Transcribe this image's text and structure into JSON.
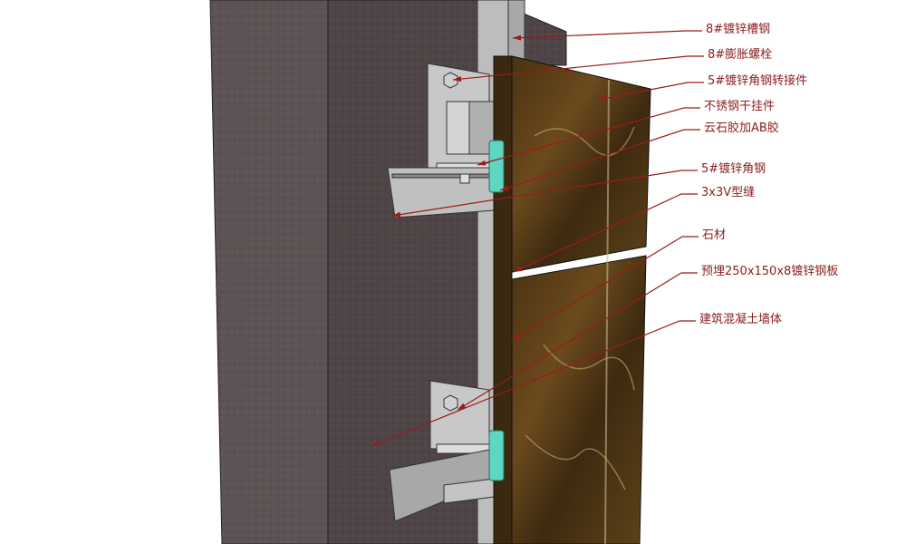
{
  "diagram": {
    "colors": {
      "leader": "#9b1b1b",
      "label": "#8b1e1e",
      "clip": "#5fd6c0",
      "steel": "#c4c4c4"
    },
    "labels": [
      {
        "text": "8#镀锌槽钢"
      },
      {
        "text": "8#膨胀螺栓"
      },
      {
        "text": "5#镀锌角钢转接件"
      },
      {
        "text": "不锈钢干挂件"
      },
      {
        "text": "云石胶加AB胶"
      },
      {
        "text": "5#镀锌角钢"
      },
      {
        "text": "3x3V型缝"
      },
      {
        "text": "石材"
      },
      {
        "text": "预埋250x150x8镀锌钢板"
      },
      {
        "text": "建筑混凝土墙体"
      }
    ]
  }
}
